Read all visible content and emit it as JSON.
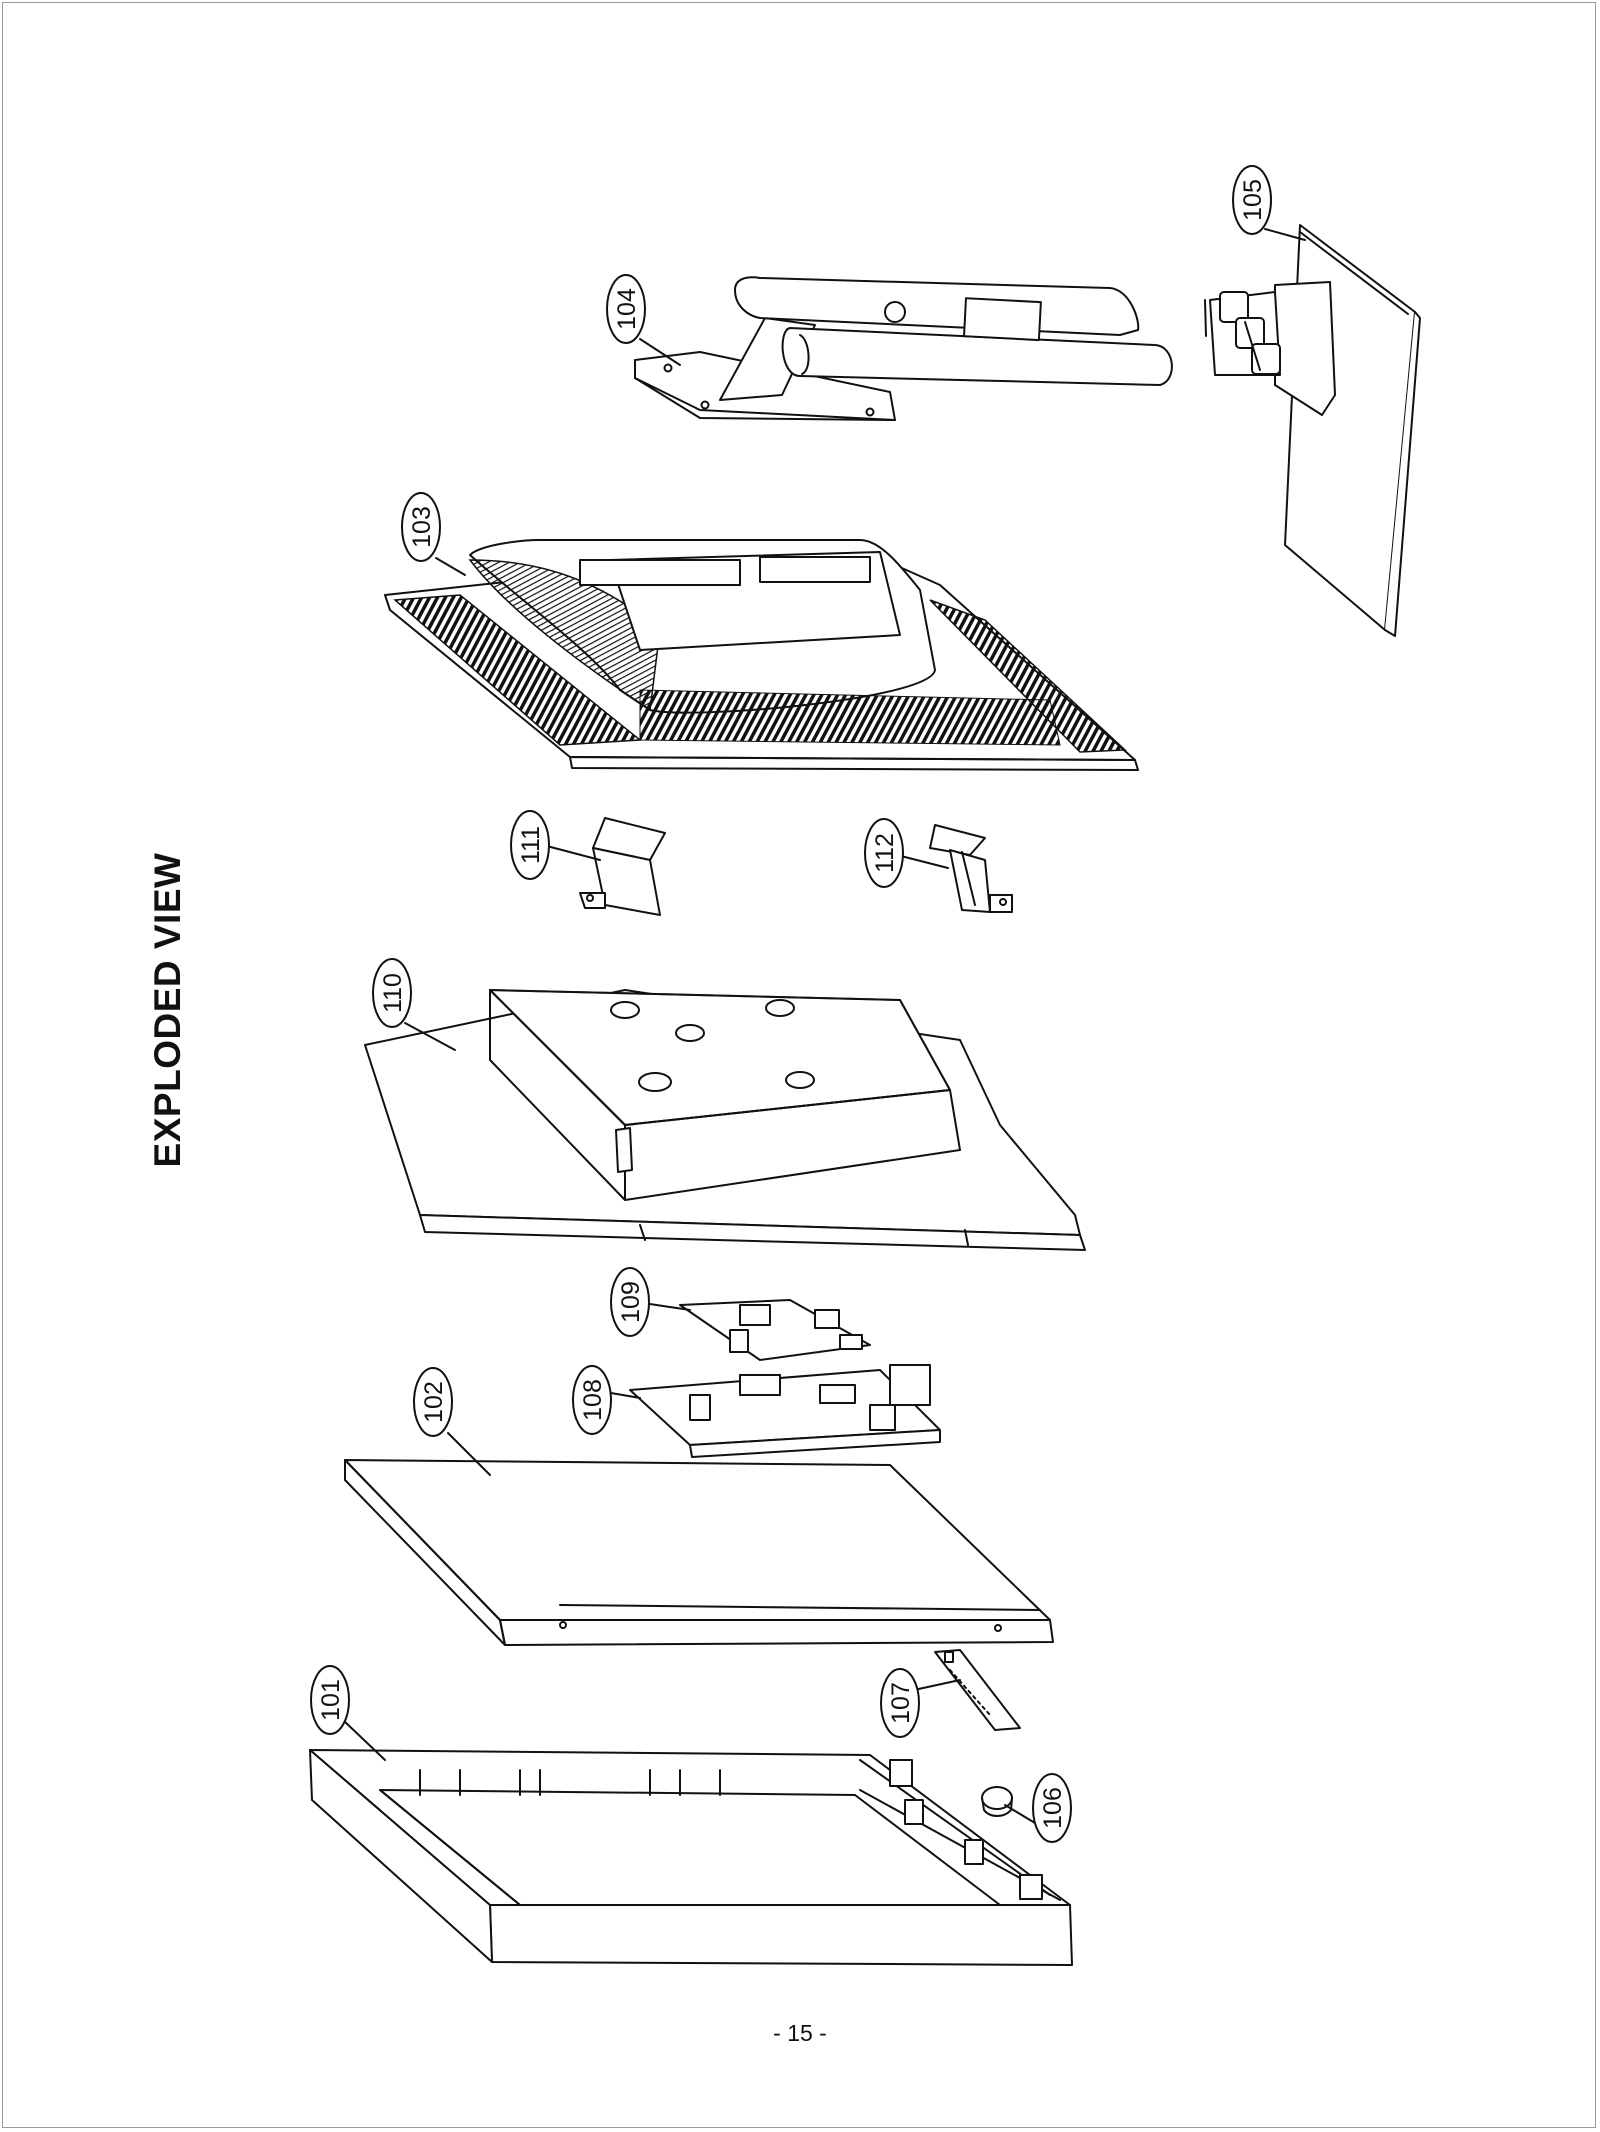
{
  "title": "EXPLODED VIEW",
  "page_number": "- 15 -",
  "parts": [
    {
      "id": "p101",
      "label": "101"
    },
    {
      "id": "p102",
      "label": "102"
    },
    {
      "id": "p103",
      "label": "103"
    },
    {
      "id": "p104",
      "label": "104"
    },
    {
      "id": "p105",
      "label": "105"
    },
    {
      "id": "p106",
      "label": "106"
    },
    {
      "id": "p107",
      "label": "107"
    },
    {
      "id": "p108",
      "label": "108"
    },
    {
      "id": "p109",
      "label": "109"
    },
    {
      "id": "p110",
      "label": "110"
    },
    {
      "id": "p111",
      "label": "111"
    },
    {
      "id": "p112",
      "label": "112"
    }
  ]
}
